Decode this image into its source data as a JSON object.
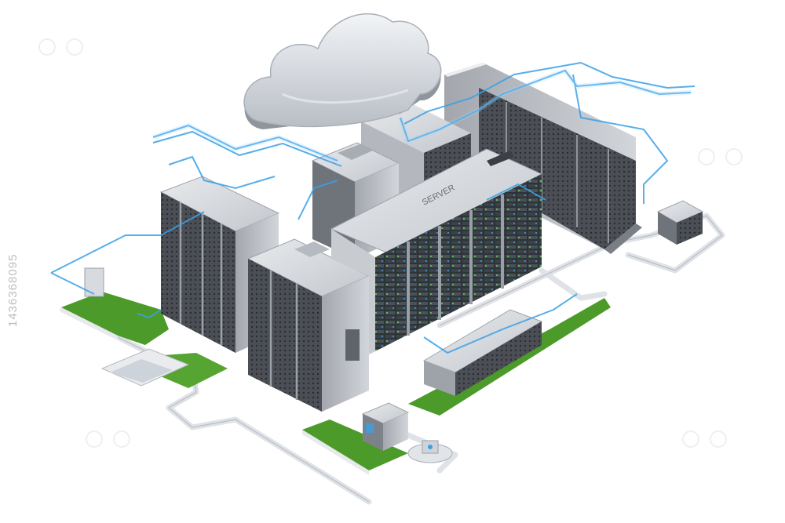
{
  "image": {
    "subject": "isometric data center",
    "palette": {
      "rack_dark": "#55585e",
      "rack_mid": "#8a8e95",
      "rack_light": "#c9ccd1",
      "cloud": "#d5d9df",
      "grass": "#4c9a2a",
      "cable": "#3aa0e6",
      "server_led": "#5fd35a",
      "background": "#ffffff"
    }
  },
  "watermark": {
    "id_text": "1436368095",
    "logo": "adobe-stock-watermark"
  },
  "rack_signage": "SERVER"
}
